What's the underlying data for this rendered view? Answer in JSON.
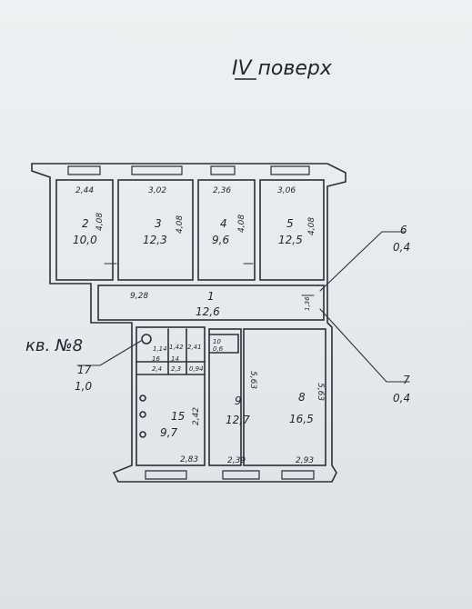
{
  "title": "IV поверх",
  "apartment_label": "кв. №8",
  "rooms": [
    {
      "num": "2",
      "area": "10,0",
      "width": "2,44",
      "depth": "4,08"
    },
    {
      "num": "3",
      "area": "12,3",
      "width": "3,02",
      "depth": "4,08"
    },
    {
      "num": "4",
      "area": "9,6",
      "width": "2,36",
      "depth": "4,08"
    },
    {
      "num": "5",
      "area": "12,5",
      "width": "3,06",
      "depth": "4,08"
    },
    {
      "num": "1",
      "area": "12,6",
      "length": "9,28",
      "depth": "1,36"
    },
    {
      "num": "15",
      "area": "9,7",
      "width": "2,83",
      "depth": "2,42"
    },
    {
      "num": "9",
      "area": "12,7",
      "width": "2,39",
      "depth": "5,63"
    },
    {
      "num": "8",
      "area": "16,5",
      "width": "2,93",
      "depth": "5,63"
    }
  ],
  "callouts": [
    {
      "num": "6",
      "area": "0,4"
    },
    {
      "num": "7",
      "area": "0,4"
    },
    {
      "num": "17",
      "area": "1,0"
    }
  ],
  "small_rooms": [
    {
      "num": "16",
      "area": "2,4",
      "dim_a": "1,42",
      "dim_b": "1,14"
    },
    {
      "num": "14",
      "area": "2,3",
      "dim_a": "0,94"
    },
    {
      "num": "10",
      "area": "0,6",
      "dim_a": "2,41"
    }
  ]
}
